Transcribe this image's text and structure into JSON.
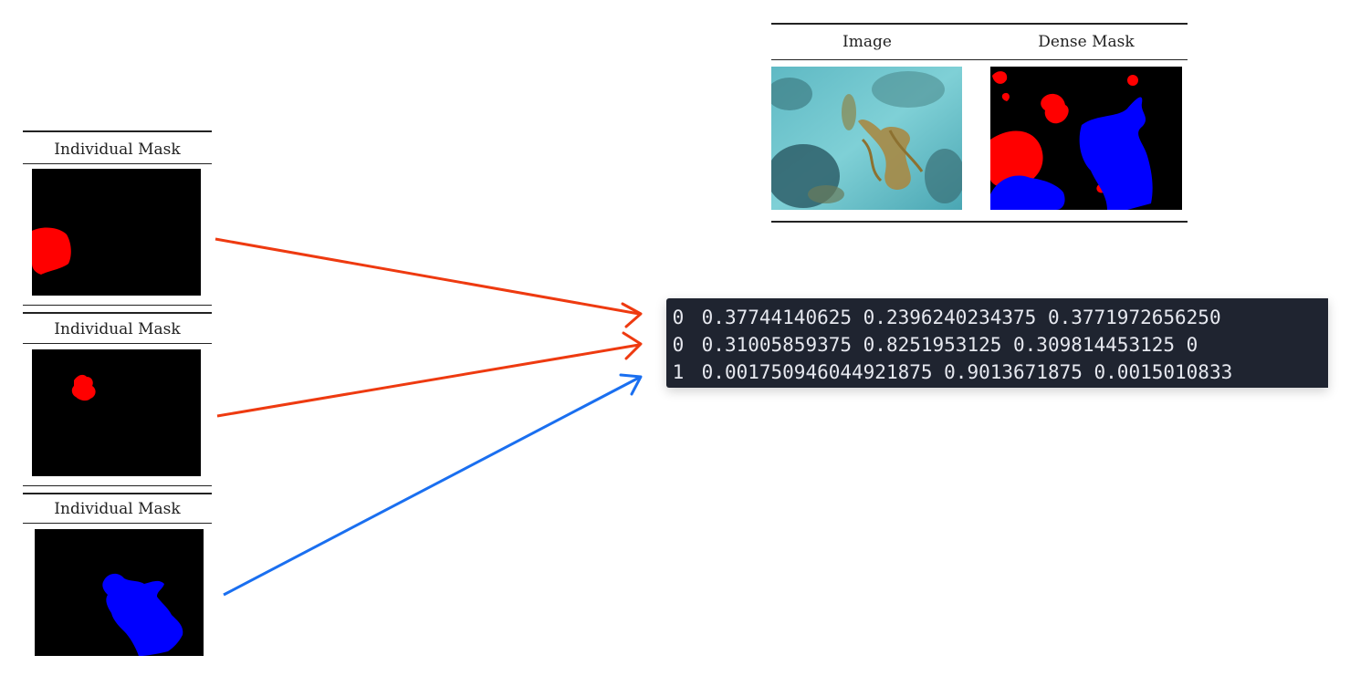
{
  "dense_table": {
    "col_image": "Image",
    "col_dense_mask": "Dense Mask"
  },
  "individual_masks": [
    {
      "title": "Individual Mask",
      "color": "#ff0000"
    },
    {
      "title": "Individual Mask",
      "color": "#ff0000"
    },
    {
      "title": "Individual Mask",
      "color": "#0000ff"
    }
  ],
  "annotation_lines": [
    {
      "class_id": "0",
      "values": "0.37744140625 0.2396240234375 0.3771972656250"
    },
    {
      "class_id": "0",
      "values": "0.31005859375 0.8251953125 0.309814453125 0"
    },
    {
      "class_id": "1",
      "values": "0.001750946044921875 0.9013671875 0.0015010833"
    }
  ],
  "arrow_colors": {
    "red": "#ee3a10",
    "blue": "#1a6ff0"
  },
  "mask_colors": {
    "red": "#ff0000",
    "blue": "#0000ff",
    "background": "#000000"
  }
}
